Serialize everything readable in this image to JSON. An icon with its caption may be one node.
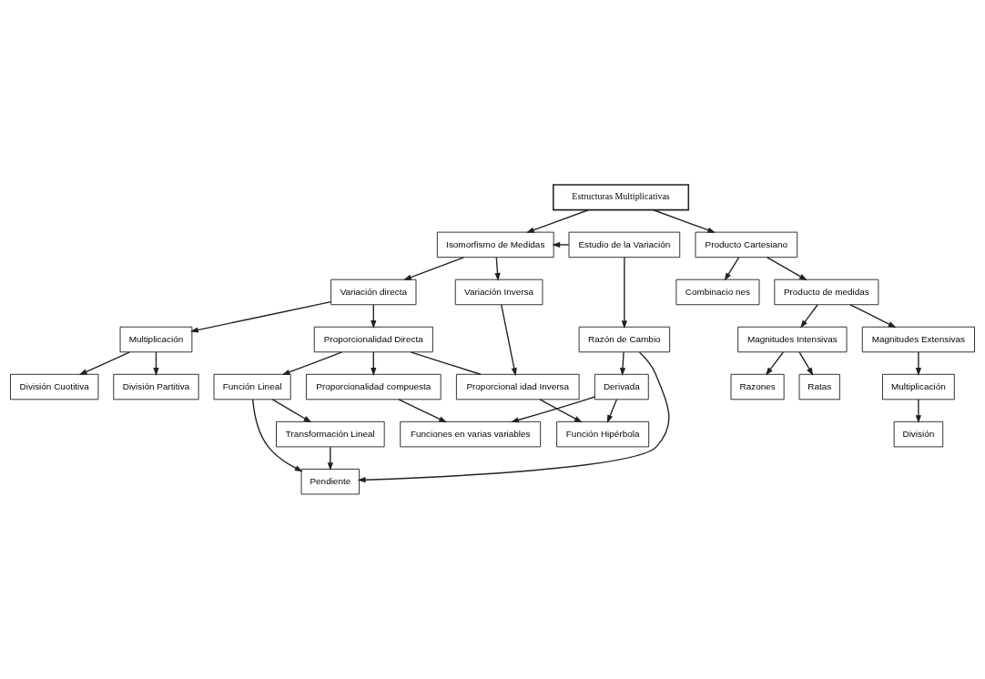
{
  "diagram": {
    "nodes": [
      {
        "text": [
          "Estructuras Multiplicativas"
        ]
      },
      {
        "text": [
          "Estudio de la Variación"
        ]
      },
      {
        "text": [
          "Isomorfismo de Medidas"
        ]
      },
      {
        "text": [
          "Producto Cartesiano"
        ]
      },
      {
        "text": [
          "Variación directa"
        ]
      },
      {
        "text": [
          "Variación Inversa"
        ]
      },
      {
        "text": [
          "Producto de medidas"
        ]
      },
      {
        "text": [
          "Combinacio nes"
        ]
      },
      {
        "text": [
          "Multiplicación"
        ]
      },
      {
        "text": [
          "Proporcionalidad Directa"
        ]
      },
      {
        "text": [
          "Proporcional idad Inversa"
        ]
      },
      {
        "text": [
          "Magnitudes Intensivas"
        ]
      },
      {
        "text": [
          "Magnitudes Extensivas"
        ]
      },
      {
        "text": [
          "División Partitiva"
        ]
      },
      {
        "text": [
          "Función Lineal"
        ]
      },
      {
        "text": [
          "Función Hipérbola"
        ]
      },
      {
        "text": [
          "Razones"
        ]
      },
      {
        "text": [
          "Multiplicación"
        ]
      },
      {
        "text": [
          "División Cuotitiva"
        ]
      },
      {
        "text": [
          "Transformación Lineal"
        ]
      },
      {
        "text": [
          "Proporcionalidad compuesta"
        ]
      },
      {
        "text": [
          "Ratas"
        ]
      },
      {
        "text": [
          "División"
        ]
      },
      {
        "text": [
          "Razón de Cambio"
        ]
      },
      {
        "text": [
          "Pendiente"
        ]
      },
      {
        "text": [
          "Funciones en varias variables"
        ]
      },
      {
        "text": [
          "Derivada"
        ]
      }
    ],
    "edges": [
      {
        "from": 0,
        "to": 2,
        "arrow": "to"
      },
      {
        "from": 0,
        "to": 3,
        "arrow": "to"
      },
      {
        "from": 1,
        "to": 2,
        "arrow": "to"
      },
      {
        "from": 2,
        "to": 4,
        "arrow": "to"
      },
      {
        "from": 2,
        "to": 5,
        "arrow": "to"
      },
      {
        "from": 1,
        "to": 23,
        "arrow": "to"
      },
      {
        "from": 3,
        "to": 6,
        "arrow": "to"
      },
      {
        "from": 3,
        "to": 7,
        "arrow": "to"
      },
      {
        "from": 4,
        "to": 8,
        "arrow": "to"
      },
      {
        "from": 4,
        "to": 9,
        "arrow": "to"
      },
      {
        "from": 5,
        "to": 10,
        "arrow": "to"
      },
      {
        "from": 9,
        "to": 10,
        "arrow": "none"
      },
      {
        "from": 6,
        "to": 11,
        "arrow": "to"
      },
      {
        "from": 6,
        "to": 12,
        "arrow": "to"
      },
      {
        "from": 8,
        "to": 13,
        "arrow": "to"
      },
      {
        "from": 8,
        "to": 18,
        "arrow": "to"
      },
      {
        "from": 9,
        "to": 14,
        "arrow": "to"
      },
      {
        "from": 9,
        "to": 20,
        "arrow": "to"
      },
      {
        "from": 10,
        "to": 15,
        "arrow": "to"
      },
      {
        "from": 11,
        "to": 16,
        "arrow": "to"
      },
      {
        "from": 11,
        "to": 21,
        "arrow": "to"
      },
      {
        "from": 12,
        "to": 17,
        "arrow": "to"
      },
      {
        "from": 17,
        "to": 22,
        "arrow": "to"
      },
      {
        "from": 14,
        "to": 19,
        "arrow": "to"
      },
      {
        "from": 14,
        "to": 24,
        "arrow": "to"
      },
      {
        "from": 19,
        "to": 24,
        "arrow": "to"
      },
      {
        "from": 20,
        "to": 25,
        "arrow": "to"
      },
      {
        "from": 23,
        "to": 24,
        "arrow": "to"
      },
      {
        "from": 23,
        "to": 26,
        "arrow": "to"
      },
      {
        "from": 26,
        "to": 25,
        "arrow": "to"
      },
      {
        "from": 26,
        "to": 15,
        "arrow": "to"
      }
    ]
  }
}
